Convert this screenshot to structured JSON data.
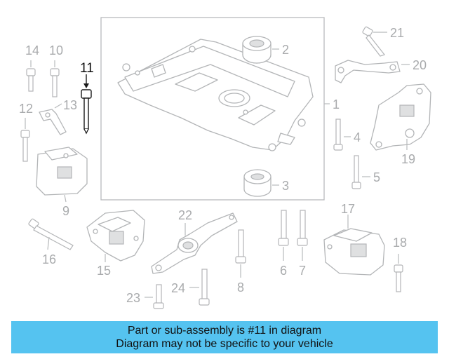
{
  "diagram": {
    "highlighted_part": "11",
    "callouts": [
      "1",
      "2",
      "3",
      "4",
      "5",
      "6",
      "7",
      "8",
      "9",
      "10",
      "11",
      "12",
      "13",
      "14",
      "15",
      "16",
      "17",
      "18",
      "19",
      "20",
      "21",
      "22",
      "23",
      "24"
    ]
  },
  "banner": {
    "line1": "Part or sub-assembly is #11 in diagram",
    "line2": "Diagram may not be specific to your vehicle",
    "color": "#55c3f0"
  }
}
